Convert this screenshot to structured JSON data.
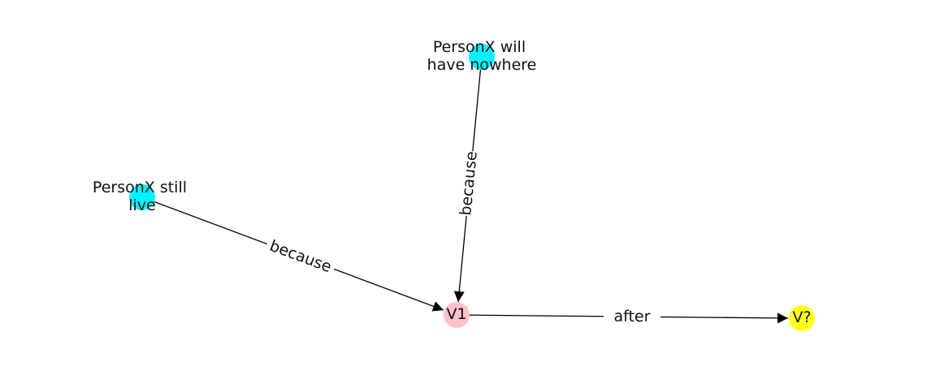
{
  "nodes": [
    {
      "id": "n_personx_will",
      "lines": [
        "PersonX will",
        "have nowhere"
      ],
      "color": "#00f5ff"
    },
    {
      "id": "n_personx_still",
      "lines": [
        "PersonX still",
        "live"
      ],
      "color": "#00f5ff"
    },
    {
      "id": "n_v1",
      "lines": [
        "V1"
      ],
      "color": "#ffc0cb"
    },
    {
      "id": "n_vq",
      "lines": [
        "V?"
      ],
      "color": "#ffff1a"
    }
  ],
  "edges": [
    {
      "from": "n_personx_will",
      "to": "n_v1",
      "label": "because"
    },
    {
      "from": "n_personx_still",
      "to": "n_v1",
      "label": "because"
    },
    {
      "from": "n_v1",
      "to": "n_vq",
      "label": "after"
    }
  ]
}
